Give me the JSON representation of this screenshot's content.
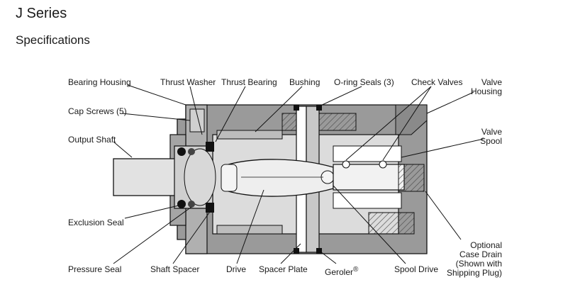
{
  "header": {
    "title": "J Series",
    "subtitle": "Specifications"
  },
  "labels": {
    "bearing_housing": "Bearing Housing",
    "thrust_washer": "Thrust Washer",
    "thrust_bearing": "Thrust Bearing",
    "bushing": "Bushing",
    "o_ring_seals": "O-ring Seals (3)",
    "check_valves": "Check Valves",
    "valve_housing_1": "Valve",
    "valve_housing_2": "Housing",
    "cap_screws": "Cap Screws (5)",
    "output_shaft": "Output Shaft",
    "valve_spool_1": "Valve",
    "valve_spool_2": "Spool",
    "exclusion_seal": "Exclusion Seal",
    "optional_case_drain_1": "Optional",
    "optional_case_drain_2": "Case Drain",
    "optional_case_drain_3": "(Shown with",
    "optional_case_drain_4": "Shipping Plug)",
    "pressure_seal": "Pressure Seal",
    "shaft_spacer": "Shaft Spacer",
    "drive": "Drive",
    "spacer_plate": "Spacer Plate",
    "geroler": "Geroler",
    "geroler_mark": "®",
    "spool_drive": "Spool Drive"
  },
  "colors": {
    "housing_gray": "#9a9a9a",
    "light_gray": "#dcdcdc",
    "mid_gray": "#bdbdbd",
    "dark": "#1a1a1a",
    "background": "#ffffff"
  }
}
